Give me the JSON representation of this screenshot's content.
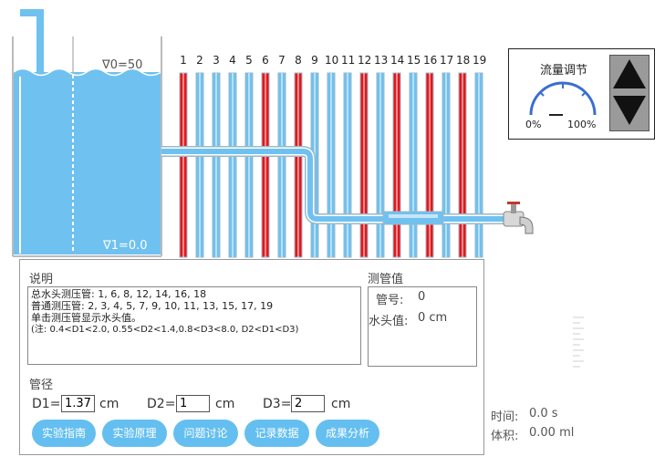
{
  "apparatus": {
    "top_level_label": "∇0=50",
    "bottom_level_label": "∇1=0.0",
    "tube_numbers": [
      "1",
      "2",
      "3",
      "4",
      "5",
      "6",
      "7",
      "8",
      "9",
      "10",
      "11",
      "12",
      "13",
      "14",
      "15",
      "16",
      "17",
      "18",
      "19"
    ],
    "total_head_tubes": [
      "1",
      "6",
      "8",
      "12",
      "14",
      "16",
      "18"
    ],
    "colors": {
      "water": "#6fc1f0",
      "total_head_tube": "#e4161b",
      "normal_tube": "#6fc1f0",
      "tube_border": "#9ab8c8"
    }
  },
  "flow_control": {
    "title": "流量调节",
    "min_label": "0%",
    "max_label": "100%",
    "level_fraction": 0.0,
    "up_icon": "triangle-up-icon",
    "down_icon": "triangle-down-icon"
  },
  "info_panel": {
    "description_title": "说明",
    "description_lines": [
      "总水头测压管: 1, 6, 8, 12, 14, 16, 18",
      "普通测压管: 2, 3, 4, 5, 7, 9, 10, 11, 13, 15, 17, 19",
      "单击测压管显示水头值。"
    ],
    "description_note": "(注: 0.4<D1<2.0, 0.55<D2<1.4,0.8<D3<8.0, D2<D1<D3)",
    "reading_title": "测管值",
    "tube_no_label": "管号:",
    "tube_no_value": "0",
    "head_label": "水头值:",
    "head_value": "0 cm",
    "diameter_title": "管径",
    "d1_label": "D1=",
    "d1_value": "1.37",
    "d2_label": "D2=",
    "d2_value": "1",
    "d3_label": "D3=",
    "d3_value": "2",
    "unit": "cm",
    "buttons": [
      "实验指南",
      "实验原理",
      "问题讨论",
      "记录数据",
      "成果分析"
    ]
  },
  "status": {
    "time_label": "时间:",
    "time_value": "0.0 s",
    "volume_label": "体积:",
    "volume_value": "0.00 ml"
  }
}
